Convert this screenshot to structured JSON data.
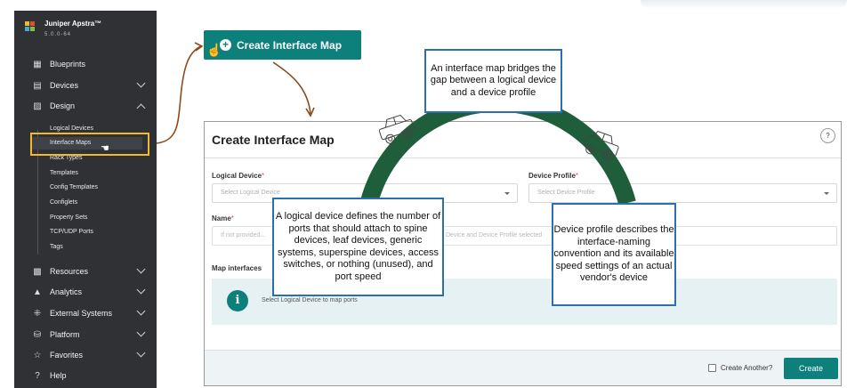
{
  "sidebar": {
    "brand_name": "Juniper Apstra™",
    "version": "5.0.0-64",
    "items": [
      {
        "label": "Blueprints",
        "icon": "blueprints-icon",
        "glyph": "▦"
      },
      {
        "label": "Devices",
        "icon": "devices-icon",
        "glyph": "▤"
      },
      {
        "label": "Design",
        "icon": "design-icon",
        "glyph": "▨"
      },
      {
        "label": "Resources",
        "icon": "resources-icon",
        "glyph": "▩"
      },
      {
        "label": "Analytics",
        "icon": "analytics-icon",
        "glyph": "▲"
      },
      {
        "label": "External Systems",
        "icon": "external-systems-icon",
        "glyph": "⁜"
      },
      {
        "label": "Platform",
        "icon": "platform-icon",
        "glyph": "⛁"
      },
      {
        "label": "Favorites",
        "icon": "star-icon",
        "glyph": "☆"
      },
      {
        "label": "Help",
        "icon": "help-icon",
        "glyph": "?"
      }
    ],
    "design_subitems": [
      "Logical Devices",
      "Interface Maps",
      "Rack Types",
      "Templates",
      "Config Templates",
      "Configlets",
      "Property Sets",
      "TCP/UDP Ports",
      "Tags"
    ]
  },
  "create_button": {
    "label": "Create Interface Map"
  },
  "modal": {
    "title": "Create Interface Map",
    "help": "?",
    "logical_device_label": "Logical Device",
    "logical_device_placeholder": "Select Logical Device",
    "device_profile_label": "Device Profile",
    "device_profile_placeholder": "Select Device Profile",
    "name_label": "Name",
    "name_placeholder_left": "If not provided...",
    "name_placeholder_right": "Device and Device Profile selected",
    "map_interfaces_label": "Map interfaces",
    "map_message": "Select Logical Device to map ports",
    "create_another_label": "Create Another?",
    "create_label": "Create",
    "required_mark": "*"
  },
  "annotations": {
    "interface_map": "An interface map bridges the gap between a logical device and a device profile",
    "logical_device": "A logical device defines the number of ports that should attach to spine devices, leaf devices, generic systems, superspine devices, access switches, or nothing (unused), and port speed",
    "device_profile": "Device profile describes the interface-naming convention and its available speed settings of an actual vendor's device"
  },
  "colors": {
    "sidebar_bg": "#2f3135",
    "accent_teal": "#0e807c",
    "highlight_box": "#f4b82c",
    "callout_border": "#2c6fb0",
    "arrow": "#8a4a1c",
    "arc": "#1f5e3a"
  }
}
